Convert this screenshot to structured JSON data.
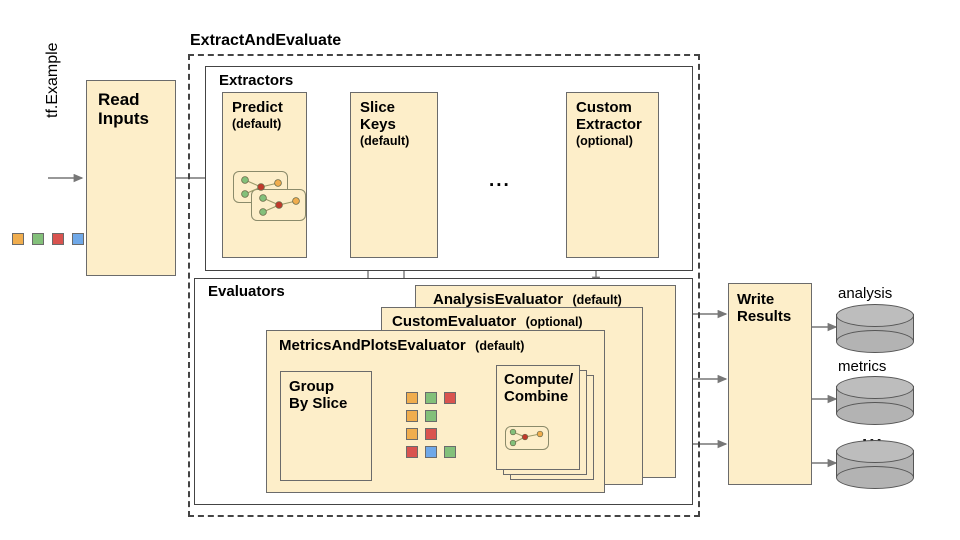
{
  "diagram": {
    "title_group": "ExtractAndEvaluate",
    "input_label": "tf.Example",
    "input_chips": [
      "#f0ad4e",
      "#83c07a",
      "#d9534f",
      "#6fa8e8"
    ]
  },
  "read_inputs": {
    "line1": "Read",
    "line2": "Inputs"
  },
  "extractors": {
    "label": "Extractors",
    "nodes": [
      {
        "name": "Predict",
        "qualifier": "(default)"
      },
      {
        "name": "Slice",
        "name2": "Keys",
        "qualifier": "(default)"
      },
      {
        "name": "Custom",
        "name2": "Extractor",
        "qualifier": "(optional)"
      }
    ],
    "ellipsis": "..."
  },
  "evaluators": {
    "label": "Evaluators",
    "analysis": {
      "name": "AnalysisEvaluator",
      "qualifier": "(default)"
    },
    "custom": {
      "name": "CustomEvaluator",
      "qualifier": "(optional)"
    },
    "metrics": {
      "name": "MetricsAndPlotsEvaluator",
      "qualifier": "(default)"
    },
    "group_by_slice": {
      "line1": "Group",
      "line2": "By Slice"
    },
    "compute_combine": {
      "line1": "Compute/",
      "line2": "Combine"
    },
    "slice_chips": [
      [
        "#f0ad4e",
        "#83c07a",
        "#d9534f"
      ],
      [
        "#f0ad4e",
        "#83c07a"
      ],
      [
        "#f0ad4e",
        "#d9534f"
      ],
      [
        "#d9534f",
        "#6fa8e8",
        "#83c07a"
      ]
    ]
  },
  "write_results": {
    "line1": "Write",
    "line2": "Results"
  },
  "outputs": [
    {
      "caption": "analysis"
    },
    {
      "caption": "metrics"
    },
    {
      "caption": "..."
    }
  ],
  "colors": {
    "box_fill": "#fdeec9",
    "box_stroke": "#6b6b6b",
    "arrow": "#777777",
    "cylinder": "#b3b3b3"
  }
}
